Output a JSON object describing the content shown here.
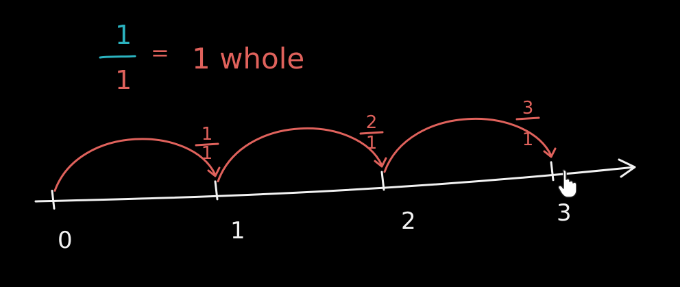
{
  "header_equation": {
    "numerator": "1",
    "denominator": "1",
    "equals": "=",
    "rhs": "1 whole",
    "colors": {
      "fraction_numerator": "#2bb3c0",
      "fraction_bar": "#2bb3c0",
      "denominator": "#e0625c",
      "text": "#e0625c"
    }
  },
  "number_line": {
    "ticks": [
      {
        "value": 0,
        "label": "0"
      },
      {
        "value": 1,
        "label": "1"
      },
      {
        "value": 2,
        "label": "2"
      },
      {
        "value": 3,
        "label": "3"
      }
    ],
    "hops": [
      {
        "from": 0,
        "to": 1,
        "fraction": {
          "numerator": "1",
          "denominator": "1"
        }
      },
      {
        "from": 1,
        "to": 2,
        "fraction": {
          "numerator": "2",
          "denominator": "1"
        }
      },
      {
        "from": 2,
        "to": 3,
        "fraction": {
          "numerator": "3",
          "denominator": "1"
        }
      }
    ],
    "colors": {
      "line": "#f2f2f2",
      "hops": "#e0625c",
      "labels": "#f2f2f2",
      "fractions": "#e0625c"
    }
  },
  "cursor": {
    "icon": "hand-pointer-icon"
  }
}
